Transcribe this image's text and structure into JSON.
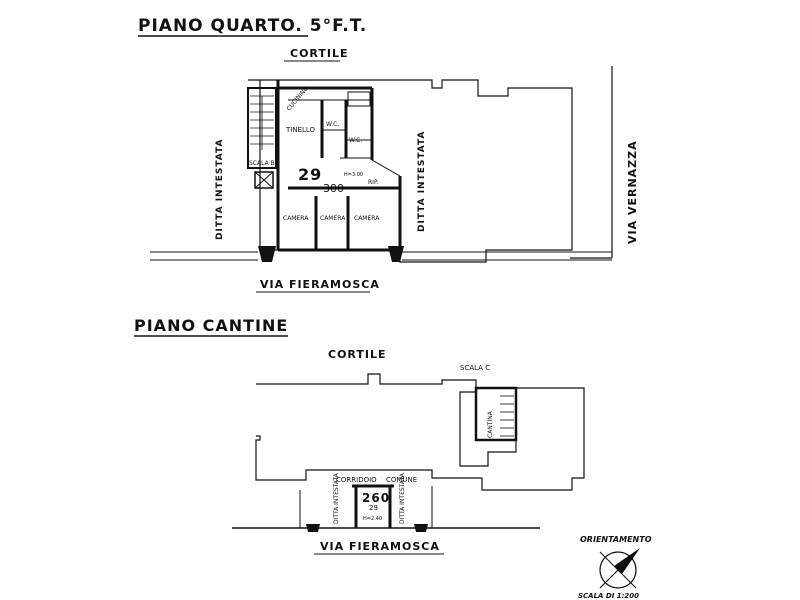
{
  "upper_floor": {
    "title": "PIANO QUARTO. 5°F.T.",
    "north_label": "CORTILE",
    "street_label": "VIA FIERAMOSCA",
    "left_neighbor": "DITTA INTESTATA",
    "right_neighbor": "DITTA INTESTATA",
    "side_street": "VIA VERNAZZA",
    "rooms": {
      "kitchen": "CUCININO",
      "tinello": "TINELLO",
      "wc1": "W.C.",
      "wc2": "W.C.",
      "stair": "SCALA B",
      "lift_hall": "RIP.",
      "bedroom1": "CAMERA",
      "bedroom2": "CAMERA",
      "bedroom3": "CAMERA"
    },
    "unit_number": "29",
    "unit_height": "H=3.00",
    "unit_code": "300"
  },
  "cellar_floor": {
    "title": "PIANO CANTINE",
    "north_label": "CORTILE",
    "stair_label": "SCALA C",
    "stair_inner": "CANTINA",
    "corridor_label_1": "CORRIDOIO",
    "corridor_label_2": "COMUNE",
    "left_neighbor": "DITTA INTESTATA",
    "right_neighbor": "DITTA INTESTATA",
    "unit_code": "260",
    "unit_number": "29",
    "unit_height": "H=2.40",
    "street_label": "VIA FIERAMOSCA"
  },
  "orientation": {
    "label": "ORIENTAMENTO",
    "scale": "SCALA DI 1:200",
    "icon": "compass-rose-icon"
  }
}
